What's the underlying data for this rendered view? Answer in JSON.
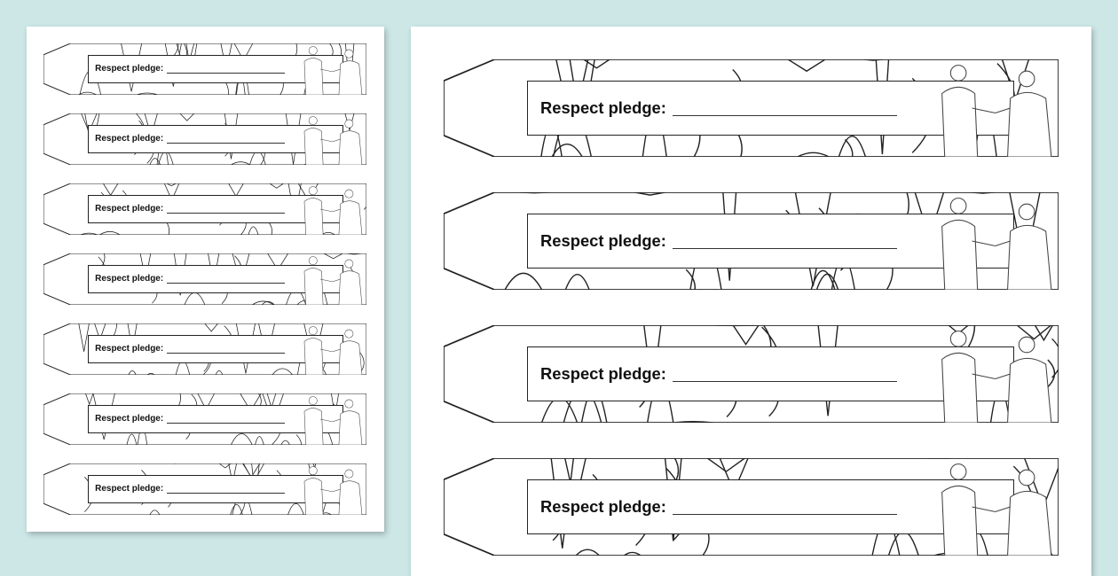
{
  "background_color": "#cce7e6",
  "left_page": {
    "strips": [
      {
        "label": "Respect pledge:",
        "pattern": "mandala-petals",
        "illustration": "handshake"
      },
      {
        "label": "Respect pledge:",
        "pattern": "geometric-flowers",
        "illustration": "conversation"
      },
      {
        "label": "Respect pledge:",
        "pattern": "asanoha-and-rainbows",
        "illustration": "giving-gift"
      },
      {
        "label": "Respect pledge:",
        "pattern": "swirls",
        "illustration": "fist-bump"
      },
      {
        "label": "Respect pledge:",
        "pattern": "waves",
        "illustration": "helping-elder"
      },
      {
        "label": "Respect pledge:",
        "pattern": "floral",
        "illustration": "hug"
      },
      {
        "label": "Respect pledge:",
        "pattern": "nature-leaves",
        "illustration": "friends"
      }
    ]
  },
  "right_page": {
    "strips": [
      {
        "label": "Respect pledge:",
        "pattern": "mandala-petals",
        "illustration": "handshake"
      },
      {
        "label": "Respect pledge:",
        "pattern": "geometric-flowers",
        "illustration": "conversation"
      },
      {
        "label": "Respect pledge:",
        "pattern": "asanoha-and-rainbows",
        "illustration": "giving-gift"
      },
      {
        "label": "Respect pledge:",
        "pattern": "swirls",
        "illustration": "fist-bump"
      }
    ]
  }
}
